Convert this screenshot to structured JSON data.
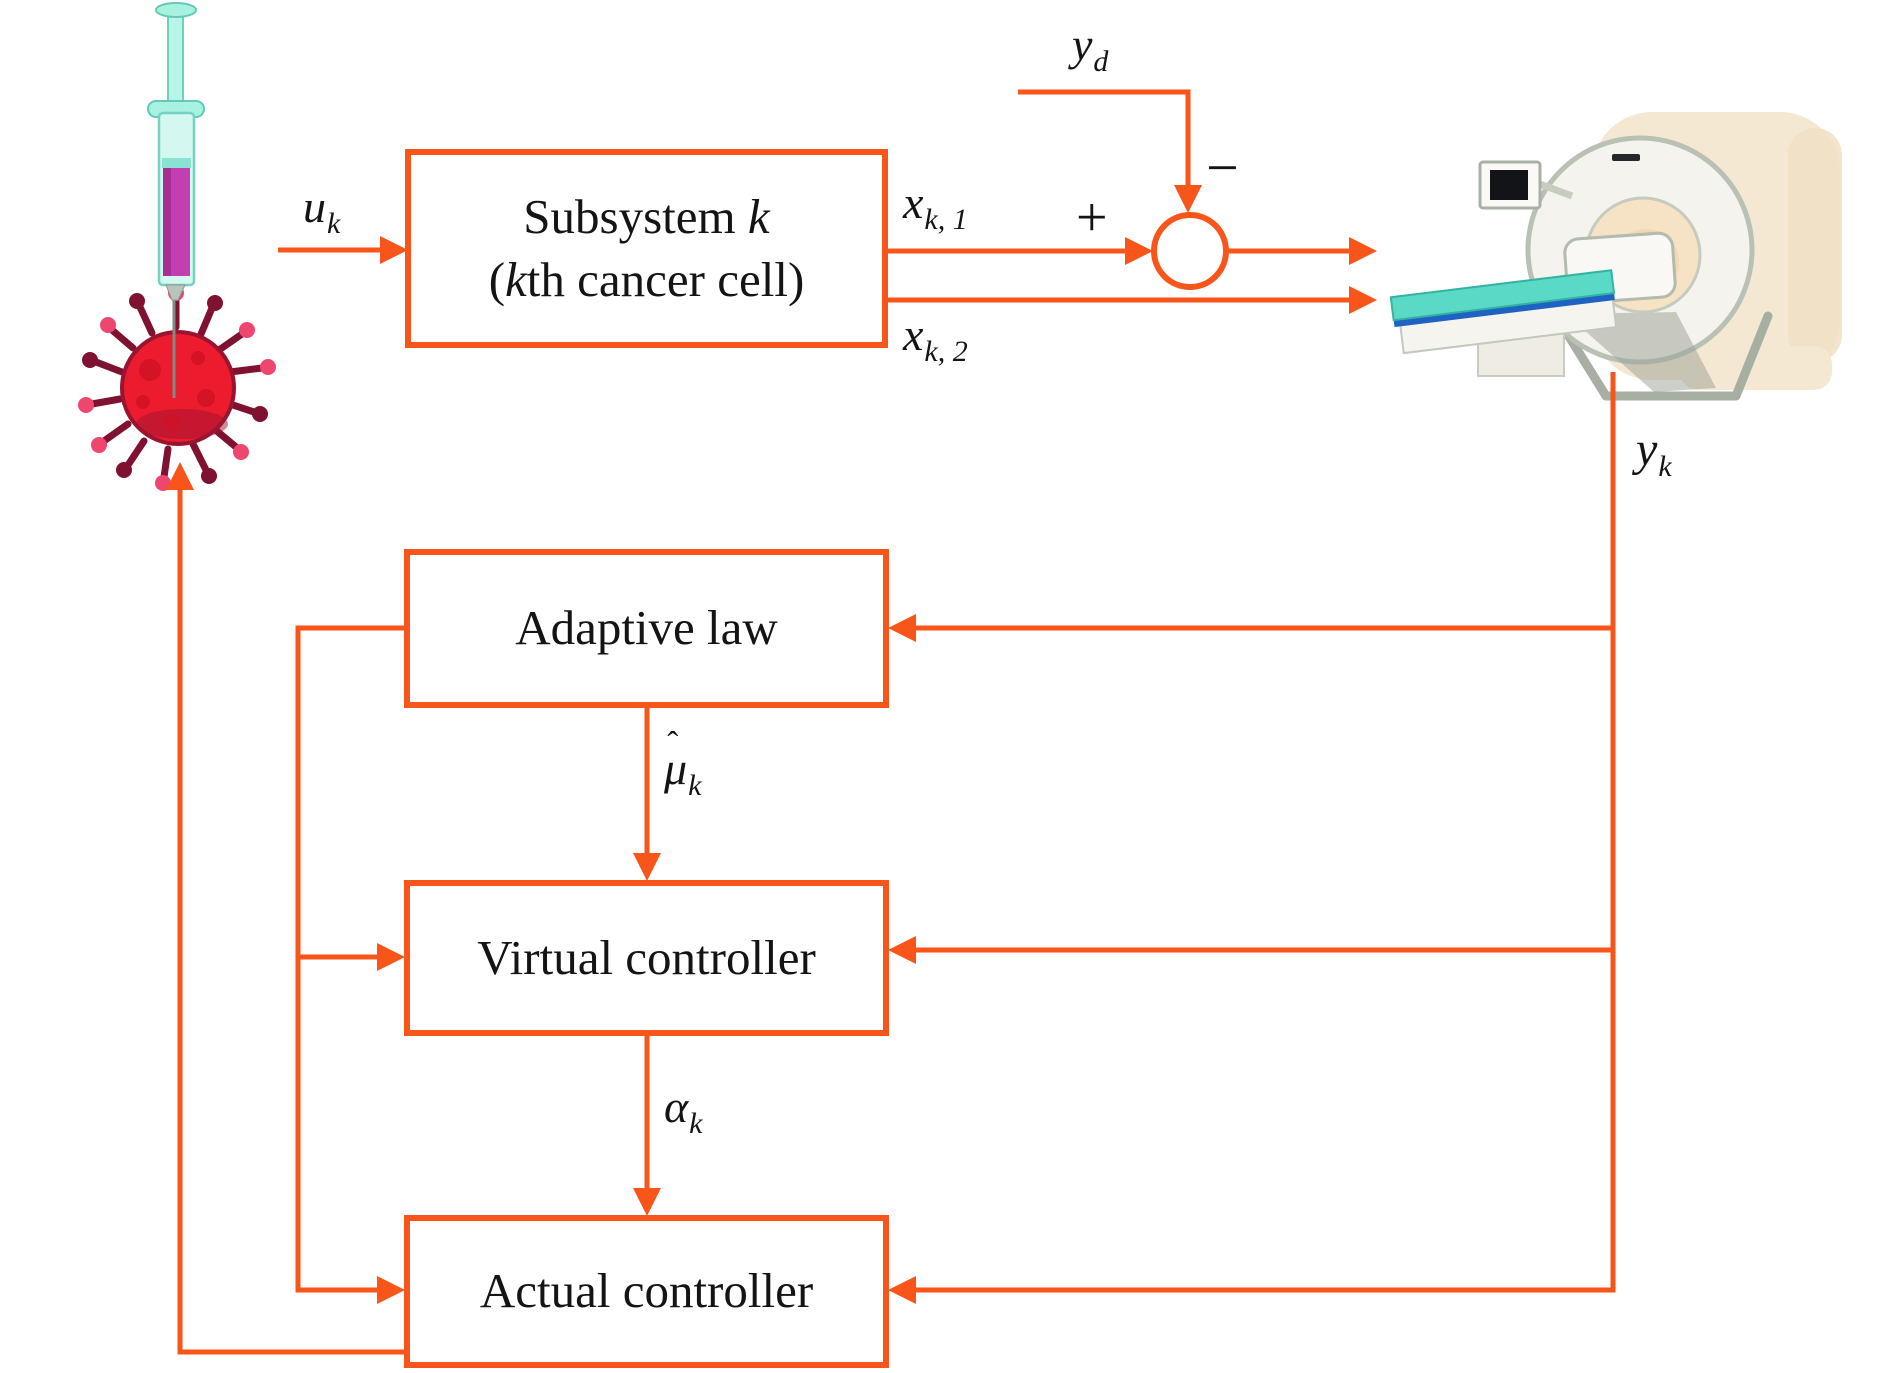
{
  "page": {
    "background": "#ffffff"
  },
  "colors": {
    "accent_orange": "#F7551A",
    "label_text": "#141414",
    "virus_body_red": "#EC1B2E",
    "virus_spike_dark": "#7E1230",
    "virus_tip_pink": "#EF4670",
    "syringe_mint": "#A8F2E1",
    "syringe_liquid_magenta": "#C23FB2",
    "scanner_cream": "#F5E8D3",
    "scanner_ring_white": "#F5F3ED",
    "scanner_outline_gray": "#B9C0B4",
    "bed_teal": "#5ADAC6",
    "bed_edge_blue": "#1E63C4"
  },
  "blocks": {
    "subsystem": {
      "line1_text": "Subsystem ",
      "line1_var": "k",
      "line2_open": "(",
      "line2_var": "k",
      "line2_rest": "th cancer cell)"
    },
    "adaptive_law": {
      "label": "Adaptive law"
    },
    "virtual_controller": {
      "label": "Virtual controller"
    },
    "actual_controller": {
      "label": "Actual controller"
    }
  },
  "signals": {
    "u_k": {
      "base": "u",
      "sub": "k"
    },
    "y_d": {
      "base": "y",
      "sub": "d"
    },
    "x_k1": {
      "base": "x",
      "sub": "k, 1"
    },
    "x_k2": {
      "base": "x",
      "sub": "k, 2"
    },
    "y_k": {
      "base": "y",
      "sub": "k"
    },
    "mu_hat_k": {
      "hat": "ˆ",
      "base": "μ",
      "sub": "k"
    },
    "alpha_k": {
      "base": "α",
      "sub": "k"
    }
  },
  "summing_junction": {
    "plus_sign": "+",
    "minus_sign": "−"
  },
  "icons": [
    {
      "name": "syringe-icon"
    },
    {
      "name": "cancer-cell-icon"
    },
    {
      "name": "mri-scanner-icon"
    }
  ]
}
